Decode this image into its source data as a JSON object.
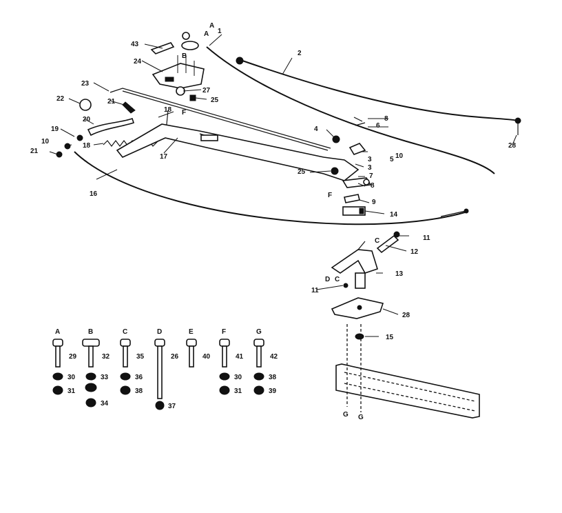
{
  "callouts": [
    {
      "id": "c1",
      "text": "1"
    },
    {
      "id": "c2",
      "text": "2"
    },
    {
      "id": "c3",
      "text": "3"
    },
    {
      "id": "c4",
      "text": "4"
    },
    {
      "id": "c5",
      "text": "5"
    },
    {
      "id": "c6",
      "text": "6"
    },
    {
      "id": "c7",
      "text": "7"
    },
    {
      "id": "c8",
      "text": "8"
    },
    {
      "id": "c9",
      "text": "9"
    },
    {
      "id": "c10a",
      "text": "10"
    },
    {
      "id": "c10b",
      "text": "10"
    },
    {
      "id": "c11a",
      "text": "11"
    },
    {
      "id": "c11b",
      "text": "11"
    },
    {
      "id": "c12",
      "text": "12"
    },
    {
      "id": "c13",
      "text": "13"
    },
    {
      "id": "c14",
      "text": "14"
    },
    {
      "id": "c15",
      "text": "15"
    },
    {
      "id": "c16",
      "text": "16"
    },
    {
      "id": "c17",
      "text": "17"
    },
    {
      "id": "c18a",
      "text": "18"
    },
    {
      "id": "c18b",
      "text": "18"
    },
    {
      "id": "c19",
      "text": "19"
    },
    {
      "id": "c20",
      "text": "20"
    },
    {
      "id": "c21a",
      "text": "21"
    },
    {
      "id": "c21b",
      "text": "21"
    },
    {
      "id": "c22",
      "text": "22"
    },
    {
      "id": "c23",
      "text": "23"
    },
    {
      "id": "c24",
      "text": "24"
    },
    {
      "id": "c25a",
      "text": "25"
    },
    {
      "id": "c25b",
      "text": "25"
    },
    {
      "id": "c26",
      "text": "26"
    },
    {
      "id": "c27",
      "text": "27"
    },
    {
      "id": "c28a",
      "text": "28"
    },
    {
      "id": "c28b",
      "text": "28"
    },
    {
      "id": "c43",
      "text": "43"
    },
    {
      "id": "lA",
      "text": "A"
    },
    {
      "id": "lA2",
      "text": "A"
    },
    {
      "id": "lB",
      "text": "B"
    },
    {
      "id": "lC1",
      "text": "C"
    },
    {
      "id": "lC2",
      "text": "C"
    },
    {
      "id": "lD",
      "text": "D"
    },
    {
      "id": "lF1",
      "text": "F"
    },
    {
      "id": "lF2",
      "text": "F"
    },
    {
      "id": "lG1",
      "text": "G"
    },
    {
      "id": "lG2",
      "text": "G"
    },
    {
      "id": "l8",
      "text": "8"
    },
    {
      "id": "l9",
      "text": "9"
    }
  ],
  "hardware": [
    {
      "letter": "A",
      "bolt": "29",
      "washer": "30",
      "nut": "31"
    },
    {
      "letter": "B",
      "bolt": "32",
      "washer": "33",
      "nut": "34"
    },
    {
      "letter": "C",
      "bolt": "35",
      "washer": "36",
      "nut": "38"
    },
    {
      "letter": "D",
      "bolt": "26",
      "washer": "",
      "nut": "37"
    },
    {
      "letter": "E",
      "bolt": "40",
      "washer": "",
      "nut": ""
    },
    {
      "letter": "F",
      "bolt": "41",
      "washer": "30",
      "nut": "31"
    },
    {
      "letter": "G",
      "bolt": "42",
      "washer": "38",
      "nut": "39"
    }
  ]
}
